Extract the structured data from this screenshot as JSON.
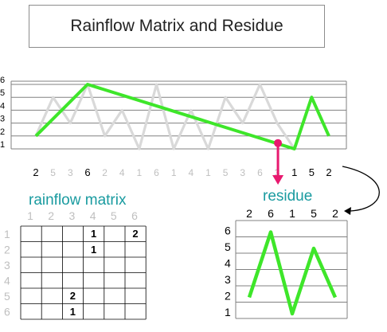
{
  "title": "Rainflow Matrix and Residue",
  "history": {
    "y_axis_labels": [
      "6",
      "5",
      "4",
      "3",
      "2",
      "1"
    ],
    "gray_sequence": [
      2,
      5,
      3,
      6,
      2,
      4,
      1,
      6,
      1,
      4,
      1,
      5,
      3,
      6,
      3,
      1,
      5,
      2
    ],
    "residue_sequence": [
      2,
      6,
      1,
      5,
      2
    ],
    "sequence_labels": [
      "2",
      "5",
      "3",
      "6",
      "2",
      "4",
      "1",
      "6",
      "1",
      "4",
      "1",
      "5",
      "3",
      "6",
      "3",
      "1",
      "5",
      "2"
    ],
    "residue_indices": [
      0,
      3,
      15,
      16,
      17
    ]
  },
  "matrix": {
    "title": "rainflow matrix",
    "column_headers": [
      "1",
      "2",
      "3",
      "4",
      "5",
      "6"
    ],
    "row_headers": [
      "1",
      "2",
      "3",
      "4",
      "5",
      "6"
    ],
    "entries": [
      {
        "row": 1,
        "col": 4,
        "value": "1"
      },
      {
        "row": 1,
        "col": 6,
        "value": "2"
      },
      {
        "row": 2,
        "col": 4,
        "value": "1"
      },
      {
        "row": 5,
        "col": 3,
        "value": "2"
      },
      {
        "row": 6,
        "col": 3,
        "value": "1"
      }
    ]
  },
  "residue": {
    "title": "residue",
    "top_labels": [
      "2",
      "6",
      "1",
      "5",
      "2"
    ],
    "y_axis_labels": [
      "6",
      "5",
      "4",
      "3",
      "2",
      "1"
    ],
    "sequence": [
      2,
      6,
      1,
      5,
      2
    ]
  },
  "colors": {
    "green": "#3ee62a",
    "gray": "#d9d9d9",
    "teal": "#1a9ba0",
    "pink": "#e8196f",
    "light_label": "#bfbfbf"
  }
}
